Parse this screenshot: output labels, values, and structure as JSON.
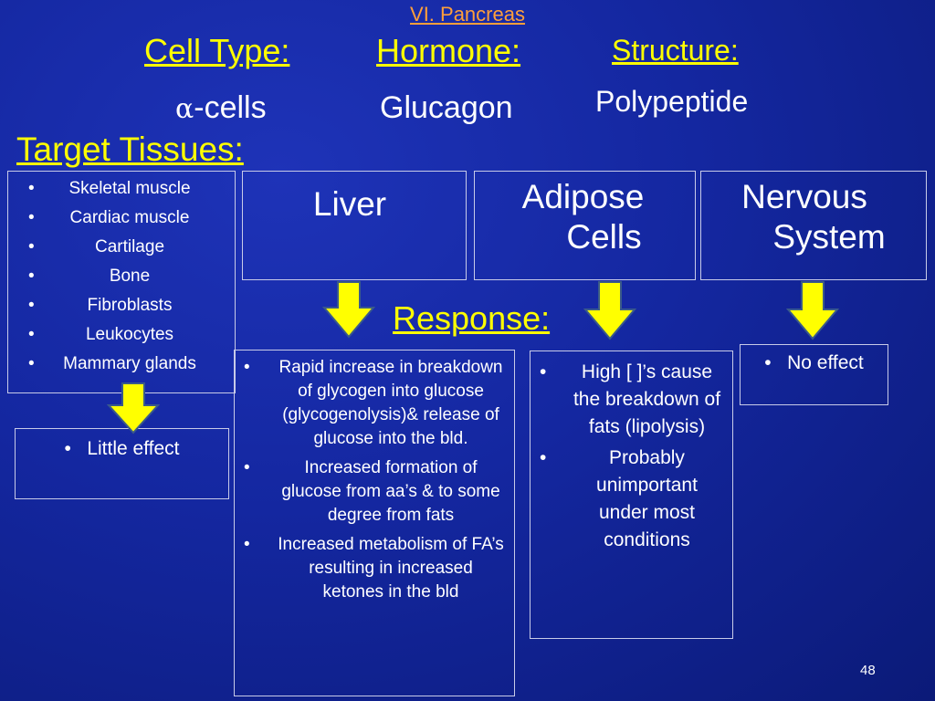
{
  "section_title": "VI. Pancreas",
  "cell_type": {
    "label": "Cell Type:",
    "symbol": "α",
    "value": "-cells"
  },
  "hormone": {
    "label": "Hormone:",
    "value": "Glucagon"
  },
  "structure": {
    "label": "Structure:",
    "value": "Polypeptide"
  },
  "target_label": "Target Tissues:",
  "response_label": "Response:",
  "tissues_list": [
    "Skeletal muscle",
    "Cardiac muscle",
    "Cartilage",
    "Bone",
    "Fibroblasts",
    "Leukocytes",
    "Mammary glands"
  ],
  "tissues_response": "Little effect",
  "liver": {
    "title": "Liver",
    "responses": [
      "Rapid increase in breakdown of glycogen into glucose (glycogenolysis)& release of glucose into the bld.",
      "Increased formation of glucose from aa’s & to some degree from fats",
      "Increased metabolism of FA’s resulting in increased ketones in the bld"
    ]
  },
  "adipose": {
    "title_line1": "Adipose",
    "title_line2": "Cells",
    "responses": [
      "High [ ]’s cause the breakdown of fats (lipolysis)",
      "Probably unimportant under most conditions"
    ]
  },
  "nervous": {
    "title_line1": "Nervous",
    "title_line2": "System",
    "response": "No effect"
  },
  "page_number": "48",
  "colors": {
    "heading": "#ffff00",
    "arrow": "#ffff00",
    "text": "#ffffff",
    "background": "#1427a0",
    "title": "#ff9f3a"
  }
}
